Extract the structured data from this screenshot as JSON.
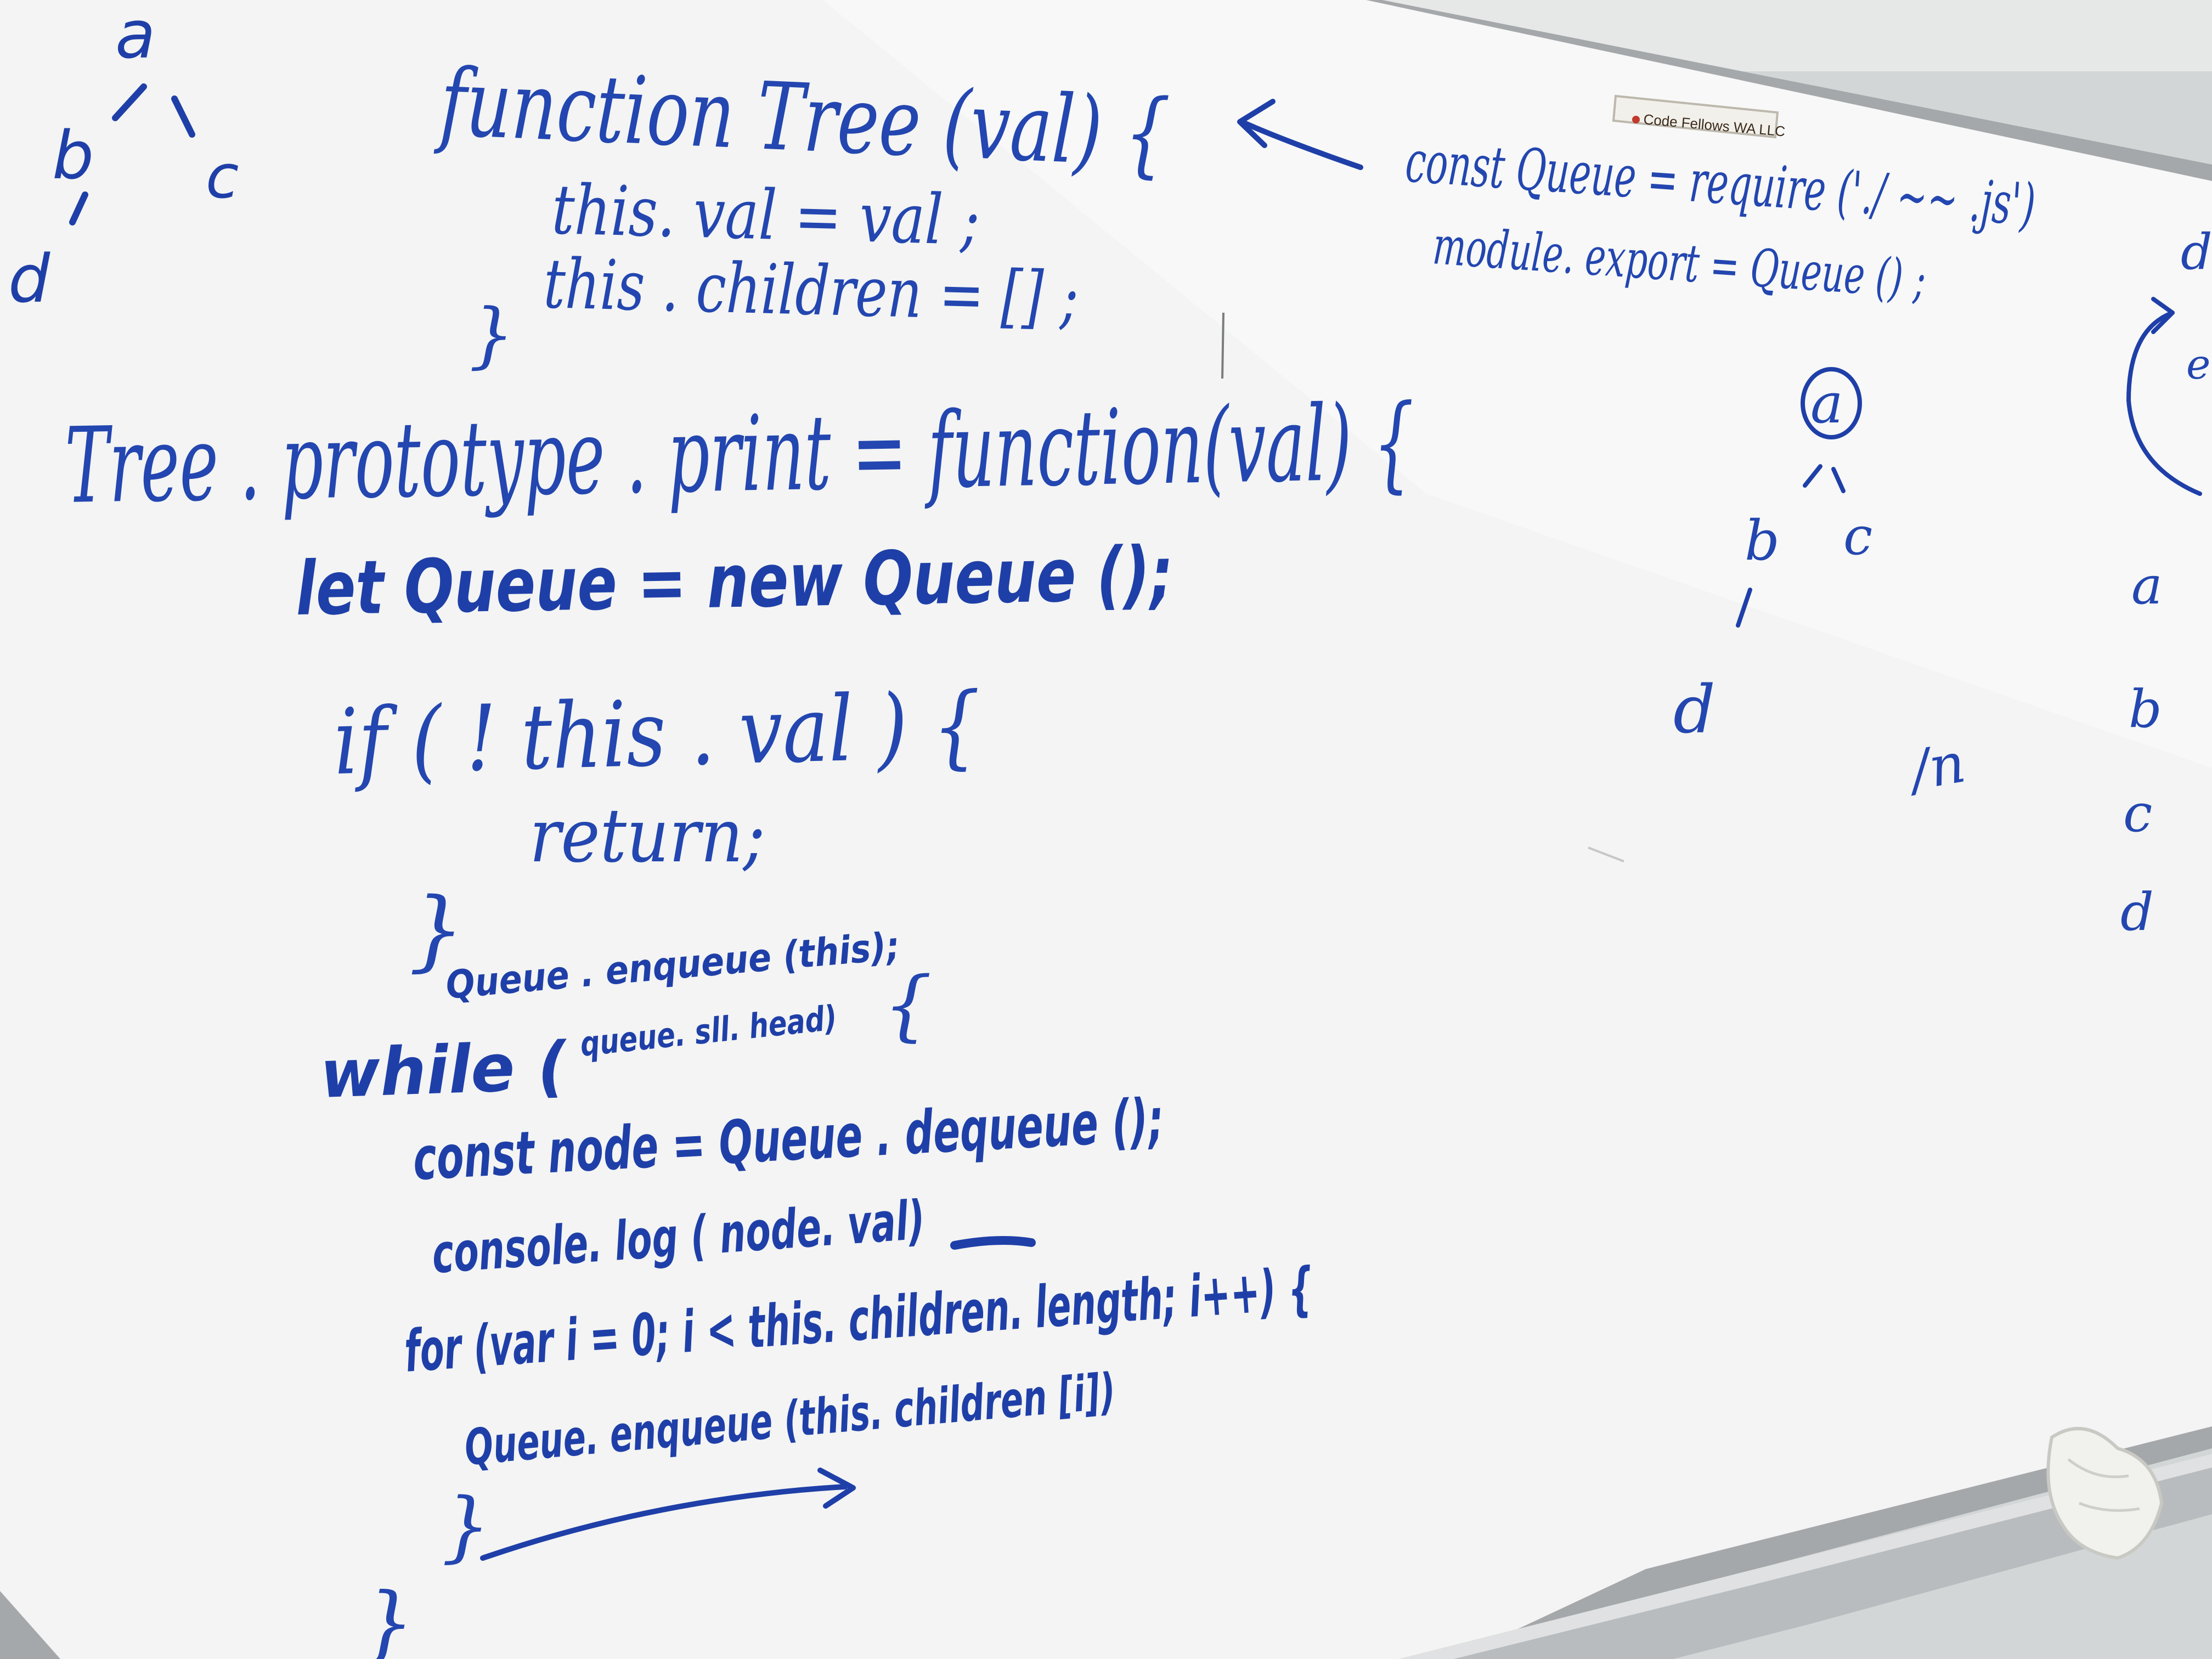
{
  "colors": {
    "ink": "#1f3fa8",
    "board": "#f4f5f4",
    "wall": "#d6d8d9",
    "frame": "#9a9d9f"
  },
  "sticker": {
    "text": "Code Fellows WA LLC"
  },
  "tree_top_left": {
    "a": "a",
    "b": "b",
    "c": "c",
    "d": "d"
  },
  "tree_right": {
    "a": "a",
    "b": "b",
    "c": "c",
    "d": "d"
  },
  "queue_order": [
    "a",
    "b",
    "c",
    "d"
  ],
  "margin_fragments": {
    "de": "de",
    "en": "en",
    "n": "/n"
  },
  "code_top": {
    "line1": "function   Tree (val) {",
    "line2": "this. val  = val ;",
    "line3": "this . children  =  [] ;",
    "line4": "}"
  },
  "require_note": {
    "line1": "const  Queue = require ('./ ~~ .js')",
    "line2": "module. export =  Queue () ;"
  },
  "code_main": {
    "line1": "Tree . prototype . print = function(val) {",
    "line2": "let  Queue = new  Queue  ();",
    "line3": "if ( ! this  . val  )  {",
    "line4": "return;",
    "line5": "}",
    "line6": "Queue . enqueue  (this);",
    "line7a": "while  (",
    "line7b": "queue. sll. head)",
    "line7c": "{",
    "line8": "const  node =  Queue . dequeue ();",
    "line9": "console. log ( node. val)",
    "line10": "for  (var i = 0; i <  this. children. length; i++) {",
    "line11": "Queue.  enqueue  (this. children [i])",
    "line12": "}",
    "line13": "}"
  }
}
